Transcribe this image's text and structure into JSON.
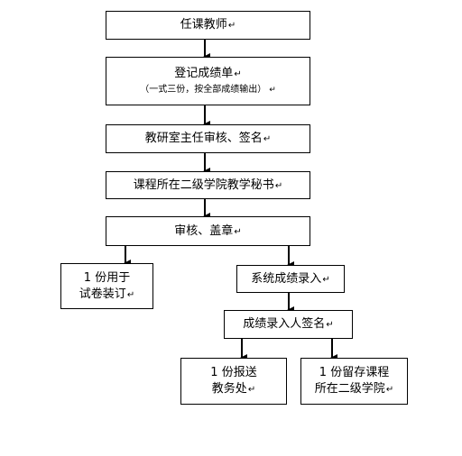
{
  "nodes": {
    "teacher": {
      "text": "任课教师",
      "mark": "↵"
    },
    "register": {
      "text": "登记成绩单",
      "mark": "↵",
      "sub": "（一式三份，按全部成绩输出）",
      "sub_mark": "↵"
    },
    "office": {
      "text": "教研室主任审核、签名",
      "mark": "↵"
    },
    "secretary": {
      "text": "课程所在二级学院教学秘书",
      "mark": "↵"
    },
    "stamp": {
      "text": "审核、盖章",
      "mark": "↵"
    },
    "binding": {
      "line1": "1 份用于",
      "line2": "试卷装订",
      "mark": "↵"
    },
    "system": {
      "text": "系统成绩录入",
      "mark": "↵"
    },
    "signer": {
      "text": "成绩录入人签名",
      "mark": "↵"
    },
    "academic": {
      "line1": "1 份报送",
      "line2": "教务处",
      "mark": "↵"
    },
    "college": {
      "line1": "1 份留存课程",
      "line2": "所在二级学院",
      "mark": "↵"
    }
  }
}
